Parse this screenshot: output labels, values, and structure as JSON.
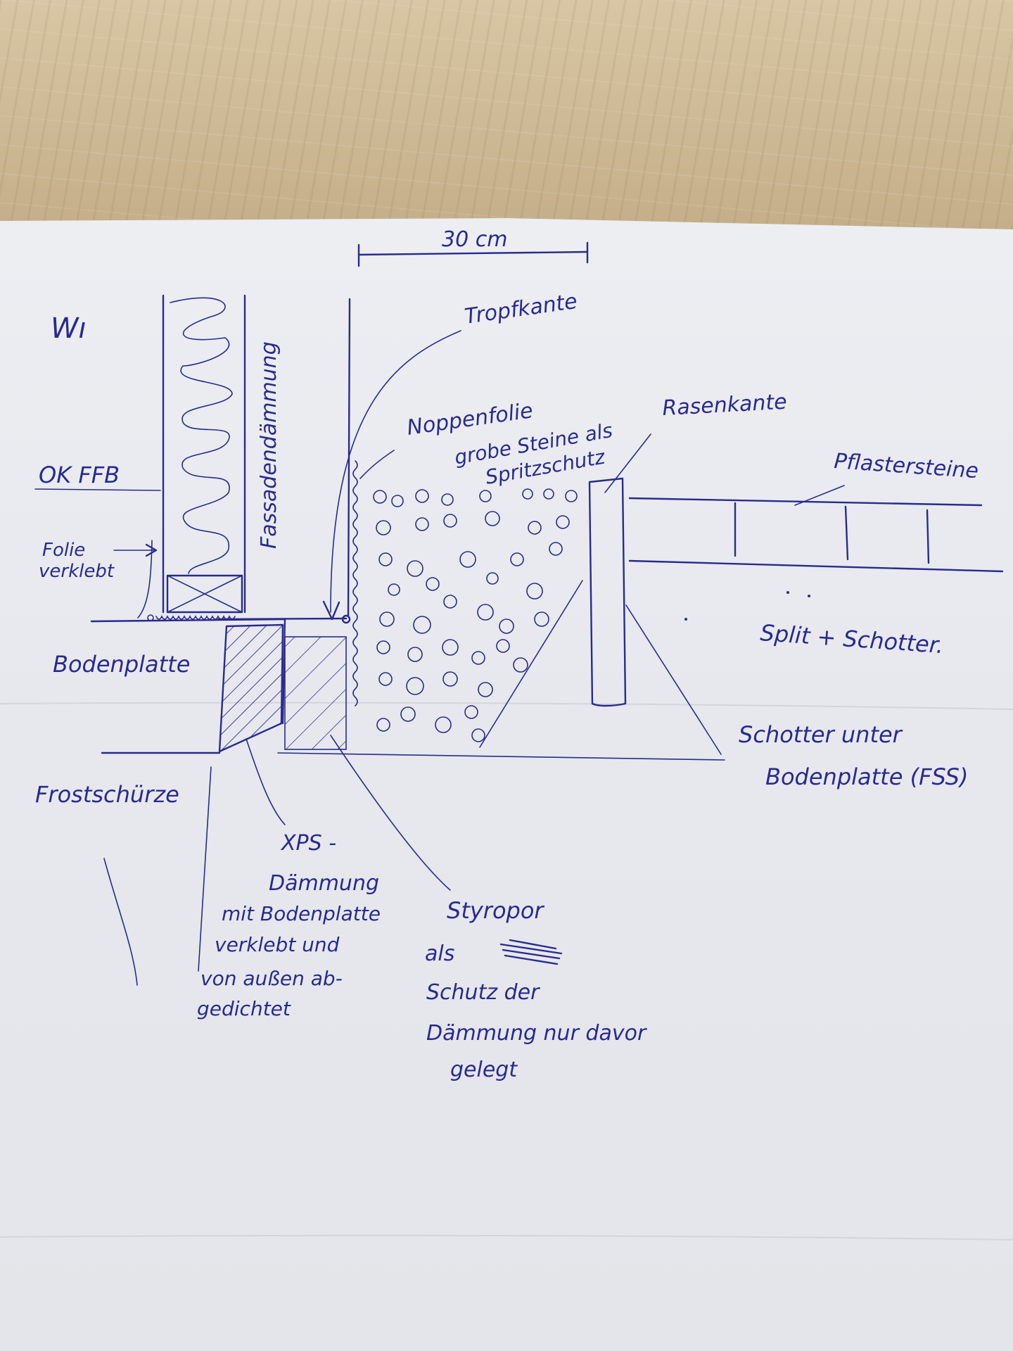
{
  "labels": {
    "dimension": "30 cm",
    "tropfkante": "Tropfkante",
    "noppenfolie": "Noppenfolie",
    "fassadendaemmung": "Fassadendämmung",
    "grobe_steine_1": "grobe Steine als",
    "grobe_steine_2": "Spritzschutz",
    "rasenkante": "Rasenkante",
    "pflastersteine": "Pflastersteine",
    "ok_ffb": "OK FFB",
    "folie_1": "Folie",
    "folie_2": "verklebt",
    "bodenplatte": "Bodenplatte",
    "split_schotter": "Split + Schotter.",
    "schotter_1": "Schotter unter",
    "schotter_2": "Bodenplatte (FSS)",
    "frostschuerze": "Frostschürze",
    "xps_1": "XPS -",
    "xps_2": "Dämmung",
    "xps_3": "mit Bodenplatte",
    "xps_4": "verklebt und",
    "xps_5": "von außen ab-",
    "xps_6": "gedichtet",
    "styro_1": "Styropor",
    "styro_2": "als",
    "styro_3": "Schutz der",
    "styro_4": "Dämmung nur davor",
    "styro_5": "gelegt",
    "mark": "Wı"
  },
  "colors": {
    "ink": "#2b2a8c",
    "paper": "#e6e8ee",
    "table": "#cdb995"
  }
}
